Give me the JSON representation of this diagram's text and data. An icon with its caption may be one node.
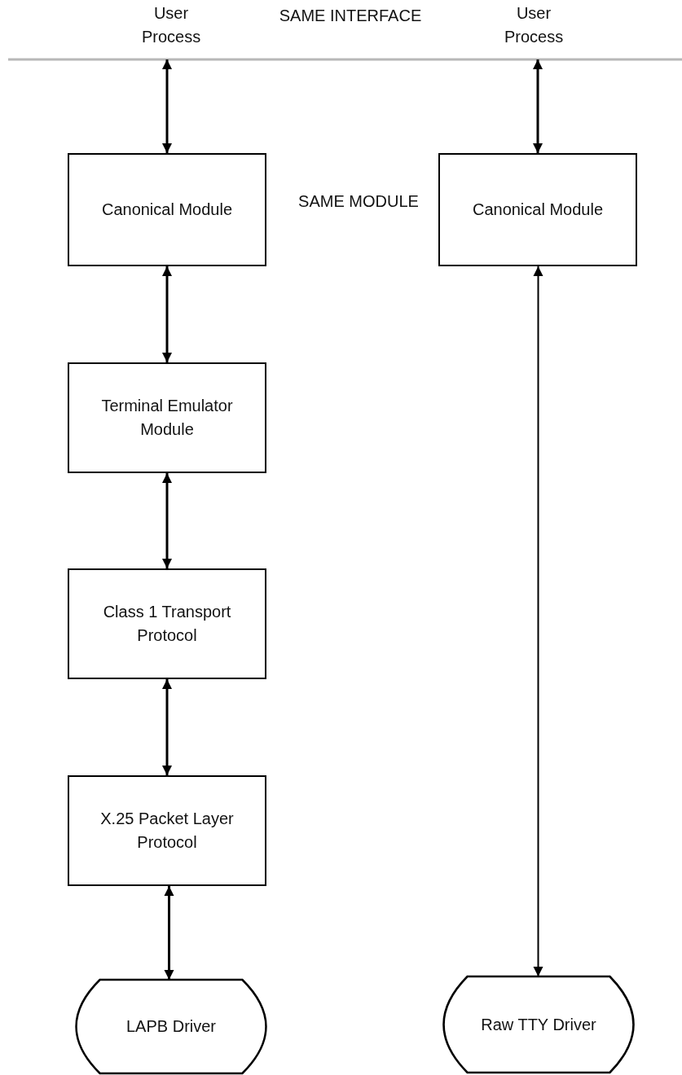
{
  "diagram": {
    "nodes": [
      {
        "text": [
          "User Process"
        ]
      },
      {
        "text": [
          "User Process"
        ]
      },
      {
        "text": [
          "Canonical Module"
        ]
      },
      {
        "text": [
          "Canonical Module"
        ]
      },
      {
        "text": [
          "Terminal Emulator Module"
        ]
      },
      {
        "text": [
          "Class 1 Transport Protocol"
        ]
      },
      {
        "text": [
          "X.25 Packet Layer Protocol"
        ]
      },
      {
        "text": [
          "LAPB Driver"
        ]
      },
      {
        "text": [
          "Raw TTY Driver"
        ]
      }
    ],
    "edges": [
      {
        "from": 0,
        "to": 2,
        "arrow": "both"
      },
      {
        "from": 1,
        "to": 3,
        "arrow": "both"
      },
      {
        "from": 2,
        "to": 4,
        "arrow": "both"
      },
      {
        "from": 4,
        "to": 5,
        "arrow": "both"
      },
      {
        "from": 5,
        "to": 6,
        "arrow": "both"
      },
      {
        "from": 6,
        "to": 7,
        "arrow": "both"
      },
      {
        "from": 3,
        "to": 8,
        "arrow": "both"
      }
    ],
    "labels": [
      "SAME INTERFACE",
      "SAME MODULE"
    ]
  }
}
